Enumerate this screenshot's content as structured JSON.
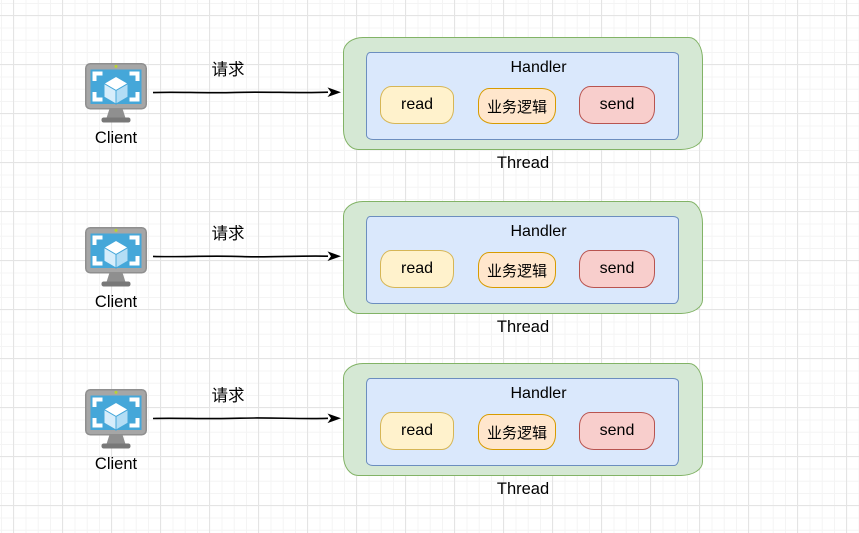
{
  "colors": {
    "thread_fill": "#d5e8d4",
    "thread_border": "#82b366",
    "handler_fill": "#dae8fc",
    "handler_border": "#6c8ebf",
    "read_fill": "#fff2cc",
    "read_border": "#d6b656",
    "logic_fill": "#ffe6cc",
    "logic_border": "#d79b00",
    "send_fill": "#f8cecc",
    "send_border": "#b85450",
    "client_screen": "#45a7d9",
    "arrow": "#000000",
    "text": "#000000"
  },
  "icons": {
    "client": "vm-monitor-cube-icon"
  },
  "rows": [
    {
      "client_label": "Client",
      "arrow_label": "请求",
      "handler_title": "Handler",
      "steps": [
        "read",
        "业务逻辑",
        "send"
      ],
      "thread_label": "Thread"
    },
    {
      "client_label": "Client",
      "arrow_label": "请求",
      "handler_title": "Handler",
      "steps": [
        "read",
        "业务逻辑",
        "send"
      ],
      "thread_label": "Thread"
    },
    {
      "client_label": "Client",
      "arrow_label": "请求",
      "handler_title": "Handler",
      "steps": [
        "read",
        "业务逻辑",
        "send"
      ],
      "thread_label": "Thread"
    }
  ]
}
